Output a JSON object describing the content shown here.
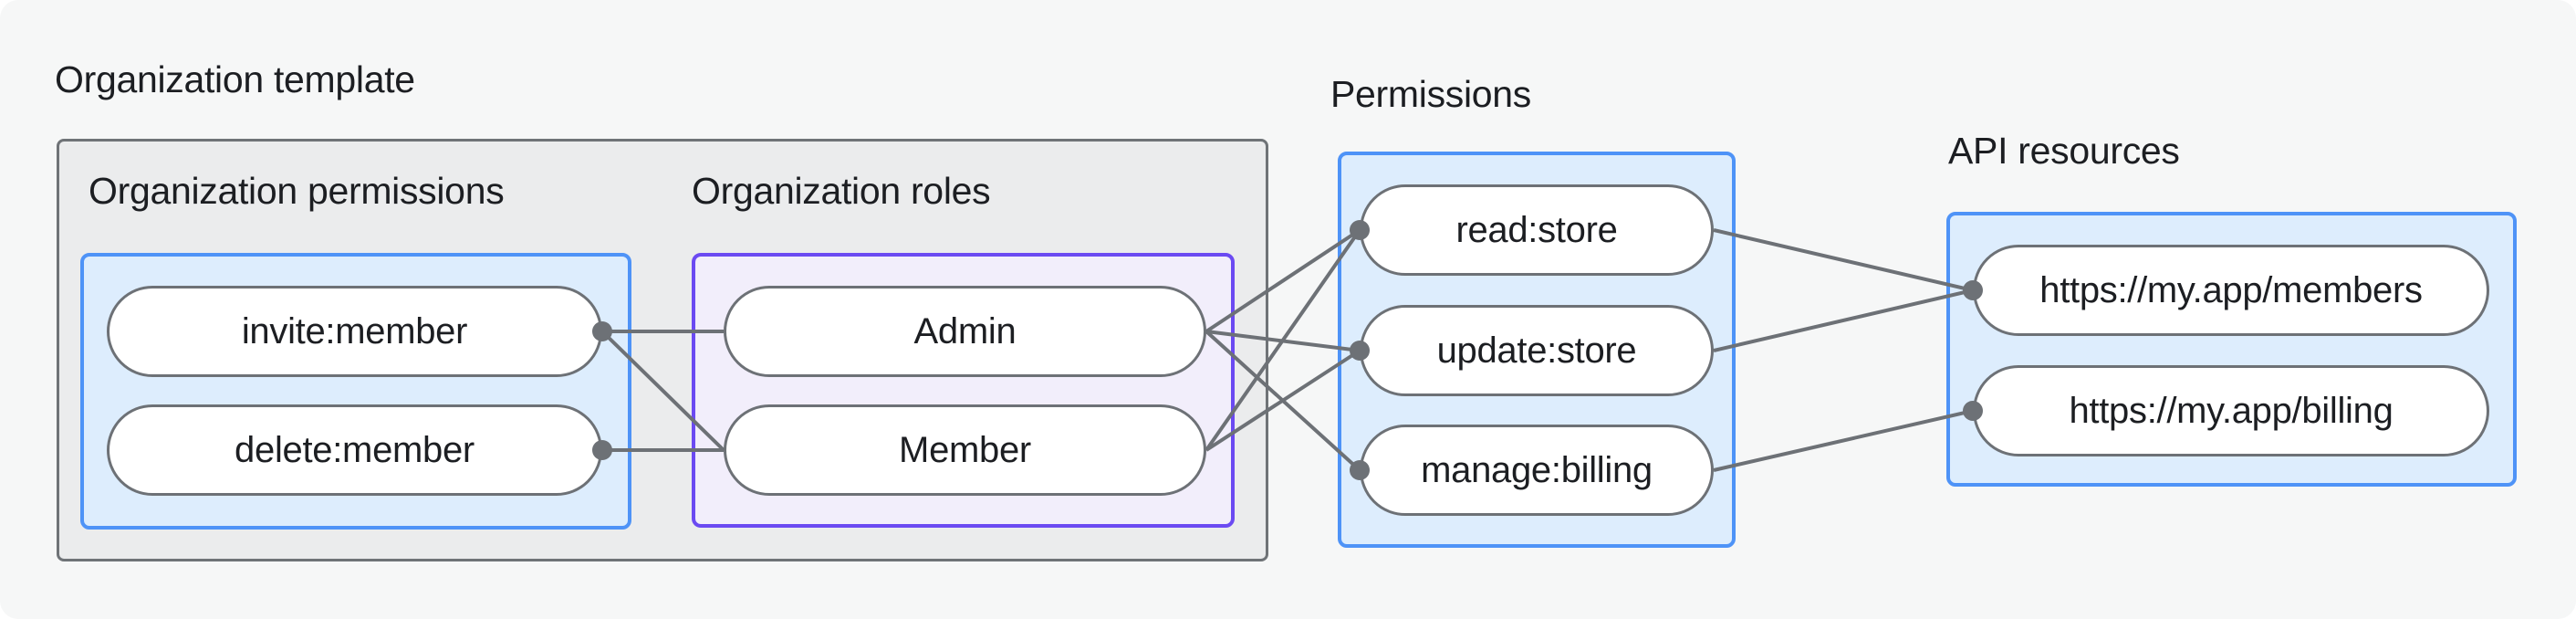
{
  "labels": {
    "organization_template": "Organization template",
    "organization_permissions": "Organization permissions",
    "organization_roles": "Organization roles",
    "permissions": "Permissions",
    "api_resources": "API resources"
  },
  "nodes": {
    "org_permissions": [
      {
        "id": "invite",
        "label": "invite:member"
      },
      {
        "id": "delete",
        "label": "delete:member"
      }
    ],
    "org_roles": [
      {
        "id": "admin",
        "label": "Admin"
      },
      {
        "id": "member",
        "label": "Member"
      }
    ],
    "permissions": [
      {
        "id": "read",
        "label": "read:store"
      },
      {
        "id": "update",
        "label": "update:store"
      },
      {
        "id": "manage",
        "label": "manage:billing"
      }
    ],
    "api_resources": [
      {
        "id": "members",
        "label": "https://my.app/members"
      },
      {
        "id": "billing",
        "label": "https://my.app/billing"
      }
    ]
  },
  "edges": [
    {
      "from": "invite",
      "to": "admin"
    },
    {
      "from": "invite",
      "to": "member"
    },
    {
      "from": "delete",
      "to": "member"
    },
    {
      "from": "admin",
      "to": "read"
    },
    {
      "from": "admin",
      "to": "update"
    },
    {
      "from": "admin",
      "to": "manage"
    },
    {
      "from": "member",
      "to": "read"
    },
    {
      "from": "member",
      "to": "update"
    },
    {
      "from": "read",
      "to": "members"
    },
    {
      "from": "update",
      "to": "members"
    },
    {
      "from": "manage",
      "to": "billing"
    }
  ],
  "colors": {
    "background": "#f6f7f7",
    "text": "#1c1e22",
    "line": "#6d7176",
    "gray_box_fill": "#ebeced",
    "gray_box_border": "#6f7377",
    "blue_fill": "#ddedfd",
    "blue_border": "#4e93f7",
    "purple_fill": "#f2eefb",
    "purple_border": "#6b4af2",
    "pill_fill": "#ffffff"
  }
}
